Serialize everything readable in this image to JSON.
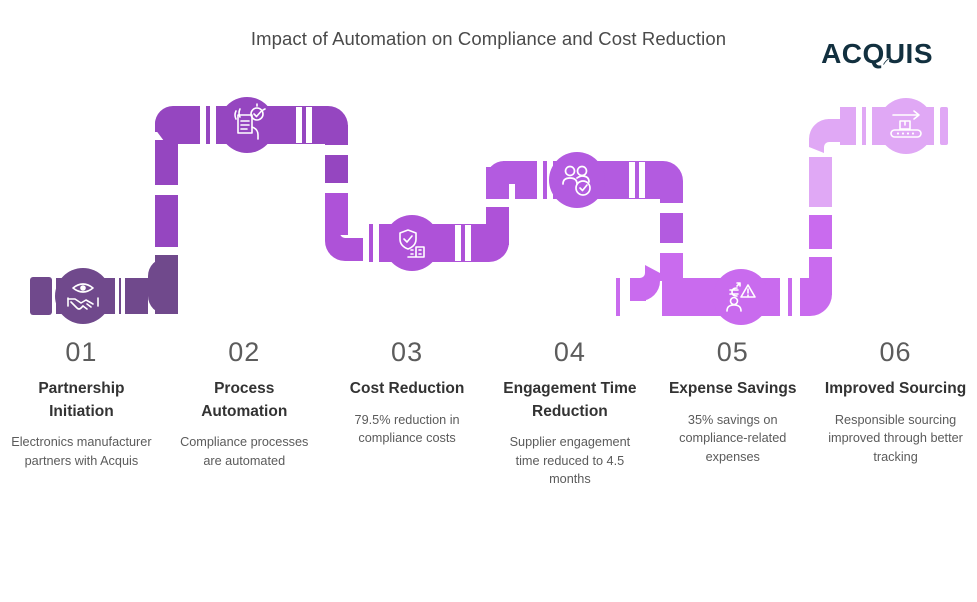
{
  "header": {
    "title": "Impact of Automation on Compliance and Cost Reduction",
    "logo_text": "ACQUIS",
    "logo_color": "#12303f",
    "logo_icon": "leaf-icon"
  },
  "palette": {
    "step1": "#70498C",
    "step2": "#9546C0",
    "step3": "#AE52D8",
    "step4": "#B35BE0",
    "step5": "#C96BEE",
    "step6": "#E0A8F5",
    "title_color": "#4a4a4a",
    "number_color": "#5c5c5c",
    "heading_color": "#333333",
    "body_color": "#5b5b5b",
    "background": "#ffffff"
  },
  "steps": [
    {
      "number": "01",
      "title": "Partnership Initiation",
      "description": "Electronics manufacturer partners with Acquis",
      "icon": "handshake-eye-icon",
      "color": "#70498C"
    },
    {
      "number": "02",
      "title": "Process Automation",
      "description": "Compliance processes are automated",
      "icon": "document-gear-check-icon",
      "color": "#9546C0"
    },
    {
      "number": "03",
      "title": "Cost Reduction",
      "description": "79.5% reduction in compliance costs",
      "icon": "shield-check-building-icon",
      "color": "#AE52D8"
    },
    {
      "number": "04",
      "title": "Engagement Time Reduction",
      "description": "Supplier engagement time reduced to 4.5 months",
      "icon": "people-check-icon",
      "color": "#B35BE0"
    },
    {
      "number": "05",
      "title": "Expense Savings",
      "description": "35% savings on compliance-related expenses",
      "icon": "person-currency-warning-icon",
      "color": "#C96BEE"
    },
    {
      "number": "06",
      "title": "Improved Sourcing",
      "description": "Responsible sourcing improved through better tracking",
      "icon": "conveyor-package-arrow-icon",
      "color": "#E0A8F5"
    }
  ],
  "chart_data": {
    "type": "table",
    "title": "Impact of Automation on Compliance and Cost Reduction",
    "categories": [
      "01",
      "02",
      "03",
      "04",
      "05",
      "06"
    ],
    "labels": [
      "Partnership Initiation",
      "Process Automation",
      "Cost Reduction",
      "Engagement Time Reduction",
      "Expense Savings",
      "Improved Sourcing"
    ],
    "values": [
      null,
      null,
      79.5,
      4.5,
      35,
      null
    ],
    "value_units": [
      "",
      "",
      "% reduction in compliance costs",
      "months supplier engagement time",
      "% savings on compliance-related expenses",
      ""
    ]
  }
}
